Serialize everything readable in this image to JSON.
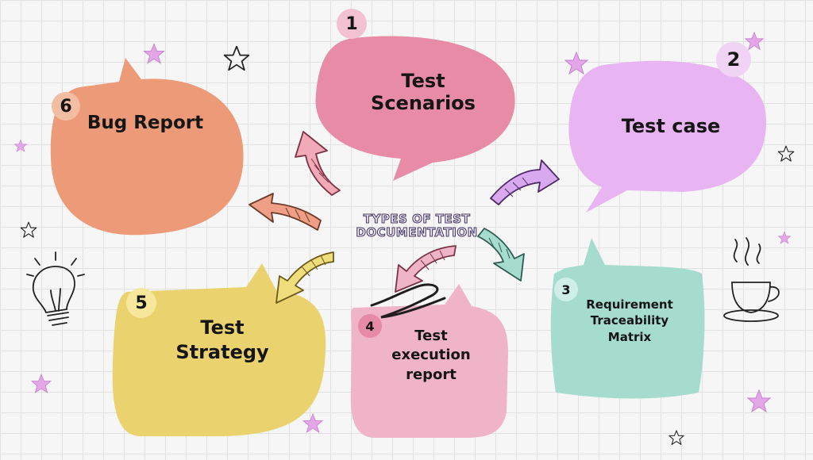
{
  "title": "TYPES OF TEST DOCUMENTATION",
  "items": [
    {
      "number": "1",
      "label": "Test Scenarios",
      "color": "#e88ba6"
    },
    {
      "number": "2",
      "label": "Test case",
      "color": "#e9b4f2"
    },
    {
      "number": "3",
      "label": "Requirement Traceability Matrix",
      "color": "#a6dccd"
    },
    {
      "number": "4",
      "label": "Test execution report",
      "color": "#f0b4c8"
    },
    {
      "number": "5",
      "label": "Test Strategy",
      "color": "#ead26f"
    },
    {
      "number": "6",
      "label": "Bug Report",
      "color": "#ec9a78"
    }
  ]
}
